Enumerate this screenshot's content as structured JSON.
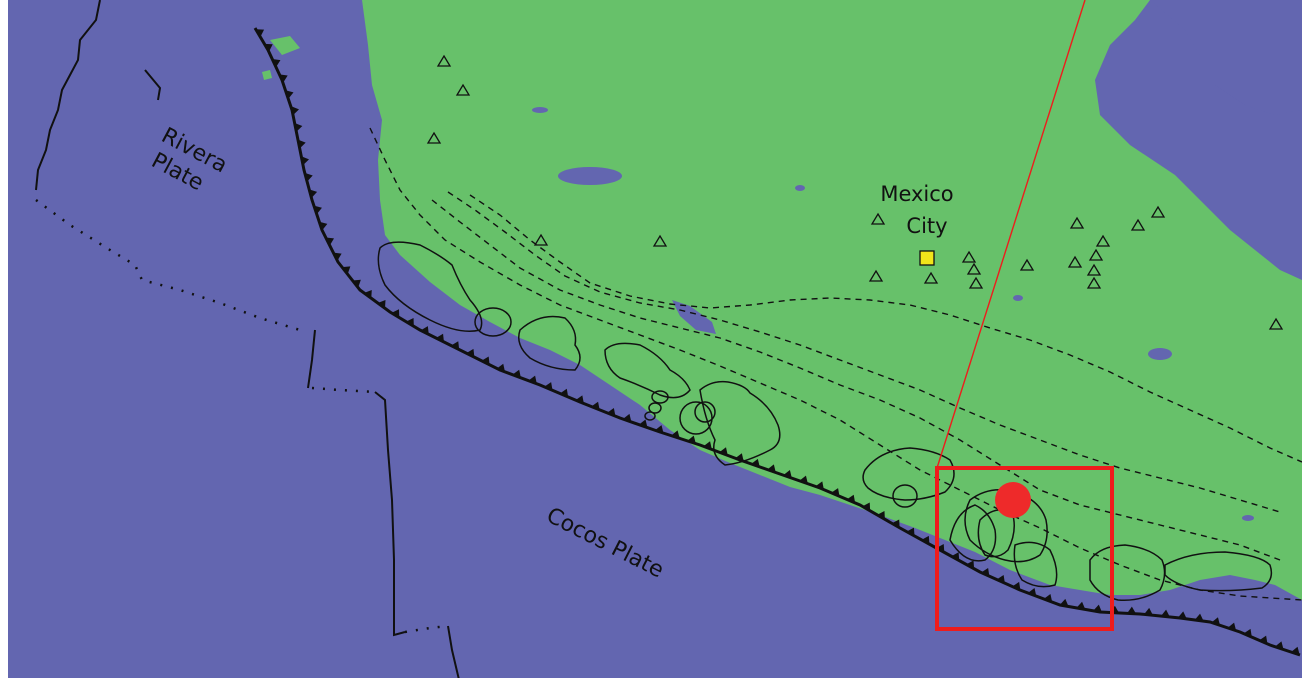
{
  "colors": {
    "ocean": "#6366b0",
    "land": "#67c16a",
    "lake": "#6366b0",
    "line": "#111111",
    "city_marker": "#f2e51a",
    "highlight": "#ee1c1c",
    "epicenter": "#ee2a2a",
    "frame": "#ffffff"
  },
  "labels": {
    "rivera_plate_line1": "Rivera",
    "rivera_plate_line2": "Plate",
    "cocos_plate": "Cocos Plate",
    "city_line1": "Mexico",
    "city_line2": "City"
  },
  "icons": {
    "volcano": "volcano-triangle-icon",
    "city": "city-square-icon",
    "epicenter": "epicenter-dot-icon"
  }
}
